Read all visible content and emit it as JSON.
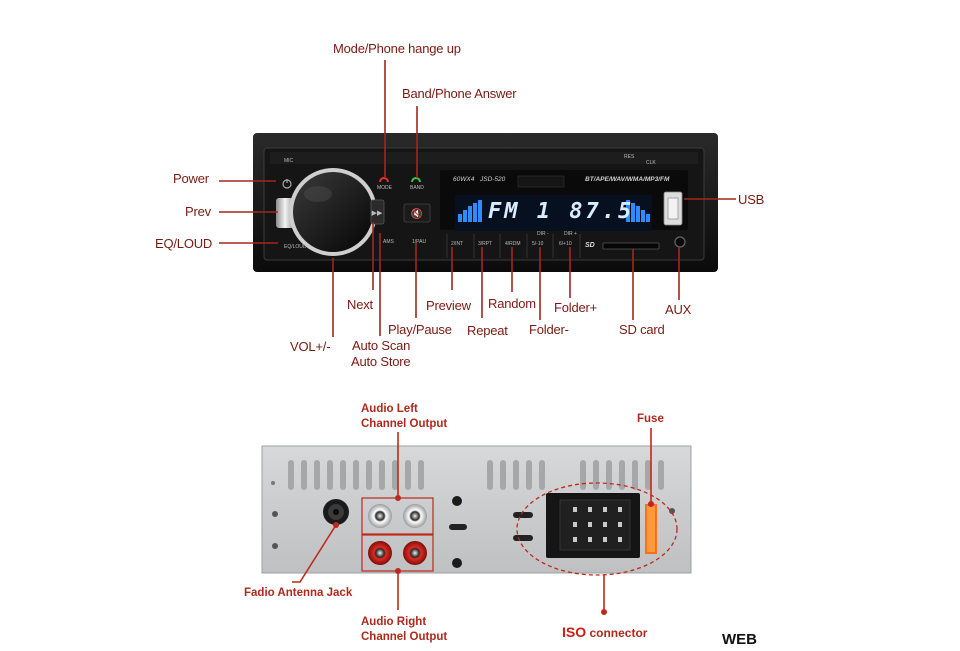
{
  "front_labels": {
    "mode": "Mode/Phone hange up",
    "band": "Band/Phone Answer",
    "power": "Power",
    "prev": "Prev",
    "eq": "EQ/LOUD",
    "usb": "USB",
    "next": "Next",
    "vol": "VOL+/-",
    "play": "Play/Pause",
    "auto_scan": "Auto Scan",
    "auto_store": "Auto Store",
    "preview": "Preview",
    "repeat": "Repeat",
    "random": "Random",
    "folder_minus": "Folder-",
    "folder_plus": "Folder+",
    "sd": "SD card",
    "aux": "AUX"
  },
  "panel": {
    "display": "FM 1  87.5",
    "model_power": "60WX4",
    "model": "JSD-520",
    "formats": "BT/APE/WAV/WMA/MP3/FM",
    "mic": "MIC",
    "res": "RES",
    "clk": "CLK",
    "mode_btn": "MODE",
    "band_btn": "BAND",
    "ams_btn": "AMS",
    "play_btn": "1/PAU",
    "int_btn": "2/INT",
    "rpt_btn": "3/RPT",
    "rdm_btn": "4/RDM",
    "dir_minus_btn": "5/-10",
    "dir_plus_btn": "6/+10",
    "dir_minus": "DIR -",
    "dir_plus": "DIR +",
    "eq_btn": "EQ/LOUD",
    "sd_logo": "SD"
  },
  "rear_labels": {
    "audio_left_1": "Audio Left",
    "audio_left_2": "Channel Output",
    "fuse": "Fuse",
    "antenna": "Fadio Antenna Jack",
    "audio_right_1": "Audio Right",
    "audio_right_2": "Channel Output",
    "iso_prefix": "ISO",
    "iso_suffix": " connector"
  },
  "watermark": "WEB",
  "colors": {
    "label_text": "#7a1a12",
    "leader_line": "#a0281c",
    "callout_red": "#d01b12",
    "display_blue": "#2f8cff",
    "unit_body": "#1a1a1a",
    "chassis": "#c9cacc"
  }
}
